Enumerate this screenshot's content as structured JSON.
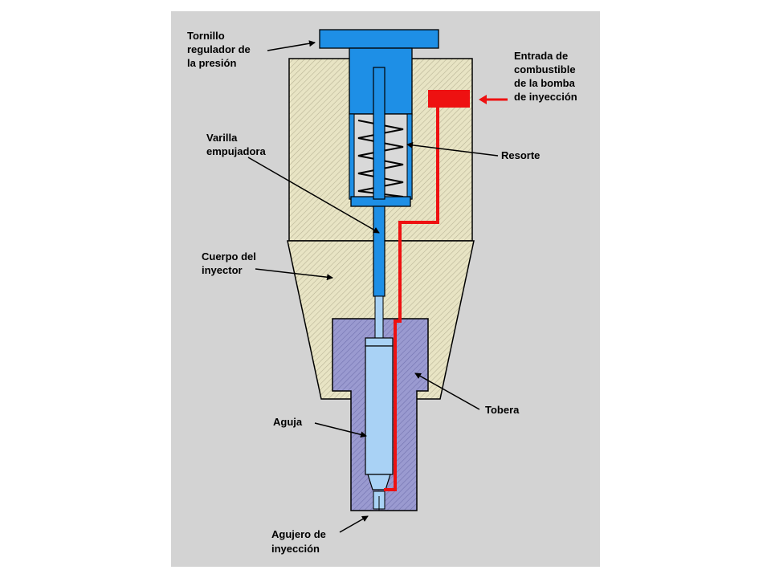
{
  "labels": {
    "tornillo": [
      "Tornillo",
      "regulador de",
      "la presión"
    ],
    "entrada": [
      "Entrada de",
      "combustible",
      "de la bomba",
      "de inyección"
    ],
    "varilla": [
      "Varilla",
      "empujadora"
    ],
    "resorte": [
      "Resorte"
    ],
    "cuerpo": [
      "Cuerpo del",
      "inyector"
    ],
    "tobera": [
      "Tobera"
    ],
    "aguja": [
      "Aguja"
    ],
    "agujero": [
      "Agujero de",
      "inyección"
    ]
  },
  "colors": {
    "background": "#d3d3d3",
    "body": "#e8e4c4",
    "hatch": "#b9b496",
    "nozzle": "#9a9ad0",
    "steel_blue": "#1e8fe6",
    "needle": "#a9d2f5",
    "fuel": "#ee1111",
    "outline": "#000000"
  }
}
